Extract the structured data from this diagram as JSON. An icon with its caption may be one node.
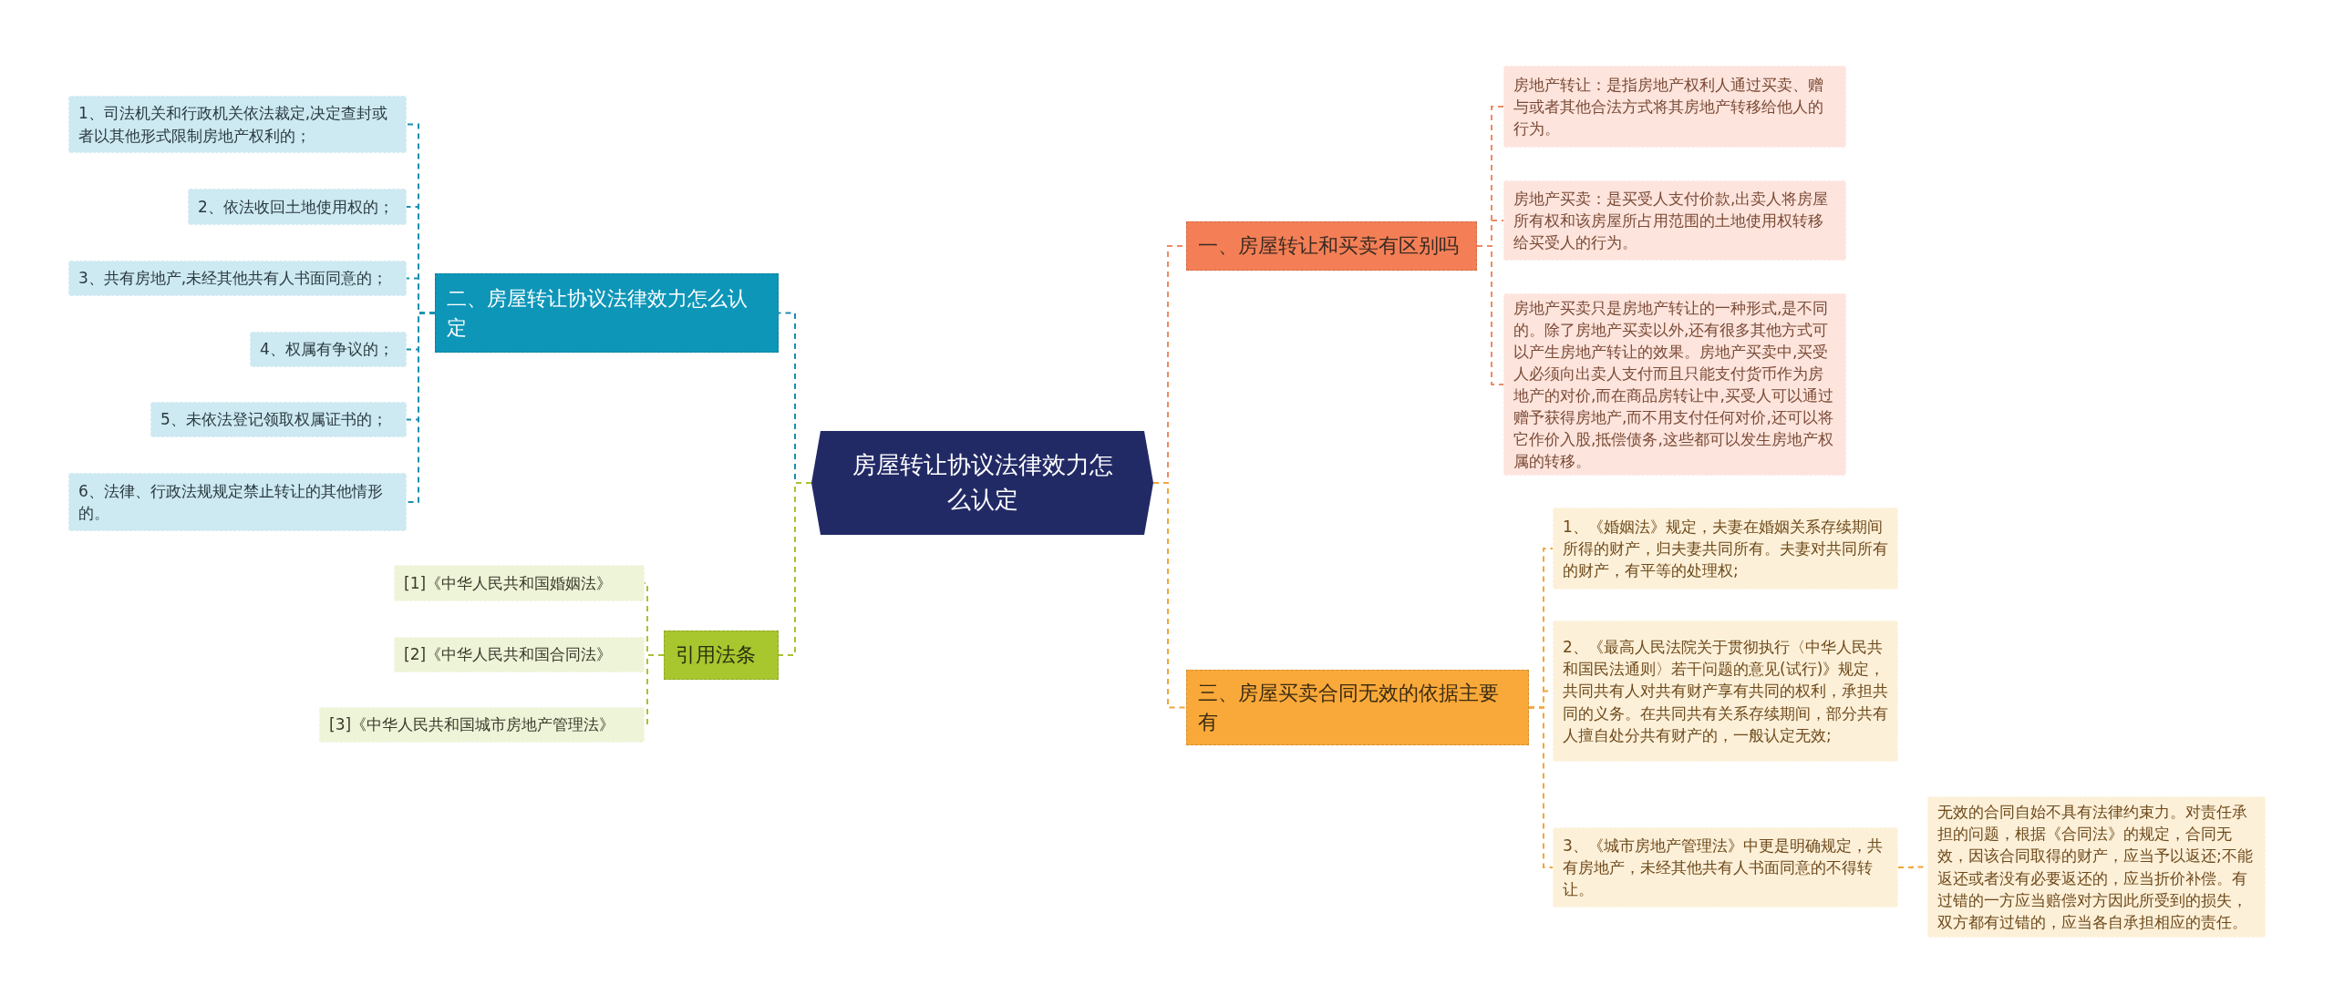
{
  "diagram": {
    "nodes": [
      {
        "text": [
          "房屋转让协议法律效力怎么认定"
        ]
      },
      {
        "text": [
          "一、房屋转让和买卖有区别吗"
        ]
      },
      {
        "text": [
          "房地产转让：是指房地产权利人通过买卖、赠与或者其他合法方式将其房地产转移给他人的行为。"
        ]
      },
      {
        "text": [
          "房地产买卖：是买受人支付价款,出卖人将房屋所有权和该房屋所占用范围的土地使用权转移给买受人的行为。"
        ]
      },
      {
        "text": [
          "房地产买卖只是房地产转让的一种形式,是不同的。除了房地产买卖以外,还有很多其他方式可以产生房地产转让的效果。房地产买卖中,买受人必须向出卖人支付而且只能支付货币作为房地产的对价,而在商品房转让中,买受人可以通过赠予获得房地产,而不用支付任何对价,还可以将它作价入股,抵偿债务,这些都可以发生房地产权属的转移。"
        ]
      },
      {
        "text": [
          "三、房屋买卖合同无效的依据主要有"
        ]
      },
      {
        "text": [
          "1、《婚姻法》规定，夫妻在婚姻关系存续期间所得的财产，归夫妻共同所有。夫妻对共同所有的财产，有平等的处理权;"
        ]
      },
      {
        "text": [
          "2、《最高人民法院关于贯彻执行〈中华人民共和国民法通则〉若干问题的意见(试行)》规定，共同共有人对共有财产享有共同的权利，承担共同的义务。在共同共有关系存续期间，部分共有人擅自处分共有财产的，一般认定无效;"
        ]
      },
      {
        "text": [
          "3、《城市房地产管理法》中更是明确规定，共有房地产，未经其他共有人书面同意的不得转让。"
        ]
      },
      {
        "text": [
          "无效的合同自始不具有法律约束力。对责任承担的问题，根据《合同法》的规定，合同无效，因该合同取得的财产，应当予以返还;不能返还或者没有必要返还的，应当折价补偿。有过错的一方应当赔偿对方因此所受到的损失，双方都有过错的，应当各自承担相应的责任。"
        ]
      },
      {
        "text": [
          "二、房屋转让协议法律效力怎么认定"
        ]
      },
      {
        "text": [
          "1、司法机关和行政机关依法裁定,决定查封或者以其他形式限制房地产权利的；"
        ]
      },
      {
        "text": [
          "2、依法收回土地使用权的；"
        ]
      },
      {
        "text": [
          "3、共有房地产,未经其他共有人书面同意的；"
        ]
      },
      {
        "text": [
          "4、权属有争议的；"
        ]
      },
      {
        "text": [
          "5、未依法登记领取权属证书的；"
        ]
      },
      {
        "text": [
          "6、法律、行政法规规定禁止转让的其他情形的。"
        ]
      },
      {
        "text": [
          "引用法条"
        ]
      },
      {
        "text": [
          "[1]《中华人民共和国婚姻法》"
        ]
      },
      {
        "text": [
          "[2]《中华人民共和国合同法》"
        ]
      },
      {
        "text": [
          "[3]《中华人民共和国城市房地产管理法》"
        ]
      }
    ],
    "edges": [
      {
        "from": 0,
        "to": 1,
        "arrow": "none",
        "style": "dashed",
        "color": "#ef8a62"
      },
      {
        "from": 1,
        "to": 2,
        "arrow": "none",
        "style": "dashed",
        "color": "#ef8a62"
      },
      {
        "from": 1,
        "to": 3,
        "arrow": "none",
        "style": "dashed",
        "color": "#ef8a62"
      },
      {
        "from": 1,
        "to": 4,
        "arrow": "none",
        "style": "dashed",
        "color": "#ef8a62"
      },
      {
        "from": 0,
        "to": 5,
        "arrow": "none",
        "style": "dashed",
        "color": "#f2a53a"
      },
      {
        "from": 5,
        "to": 6,
        "arrow": "none",
        "style": "dashed",
        "color": "#f2a53a"
      },
      {
        "from": 5,
        "to": 7,
        "arrow": "none",
        "style": "dashed",
        "color": "#f2a53a"
      },
      {
        "from": 5,
        "to": 8,
        "arrow": "none",
        "style": "dashed",
        "color": "#f2a53a"
      },
      {
        "from": 8,
        "to": 9,
        "arrow": "none",
        "style": "dashed",
        "color": "#f2a53a"
      },
      {
        "from": 0,
        "to": 10,
        "arrow": "none",
        "style": "dashed"
      },
      {
        "from": 10,
        "to": 11,
        "arrow": "none",
        "style": "dashed"
      },
      {
        "from": 10,
        "to": 12,
        "arrow": "none",
        "style": "dashed"
      },
      {
        "from": 10,
        "to": 13,
        "arrow": "none",
        "style": "dashed"
      },
      {
        "from": 10,
        "to": 14,
        "arrow": "none",
        "style": "dashed"
      },
      {
        "from": 10,
        "to": 15,
        "arrow": "none",
        "style": "dashed"
      },
      {
        "from": 10,
        "to": 16,
        "arrow": "none",
        "style": "dashed"
      },
      {
        "from": 0,
        "to": 17,
        "arrow": "none",
        "style": "dashed",
        "color": "#a8c232"
      },
      {
        "from": 17,
        "to": 18,
        "arrow": "none",
        "style": "dashed",
        "color": "#a8c232"
      },
      {
        "from": 17,
        "to": 19,
        "arrow": "none",
        "style": "dashed",
        "color": "#a8c232"
      },
      {
        "from": 17,
        "to": 20,
        "arrow": "none",
        "style": "dashed",
        "color": "#a8c232"
      }
    ]
  }
}
